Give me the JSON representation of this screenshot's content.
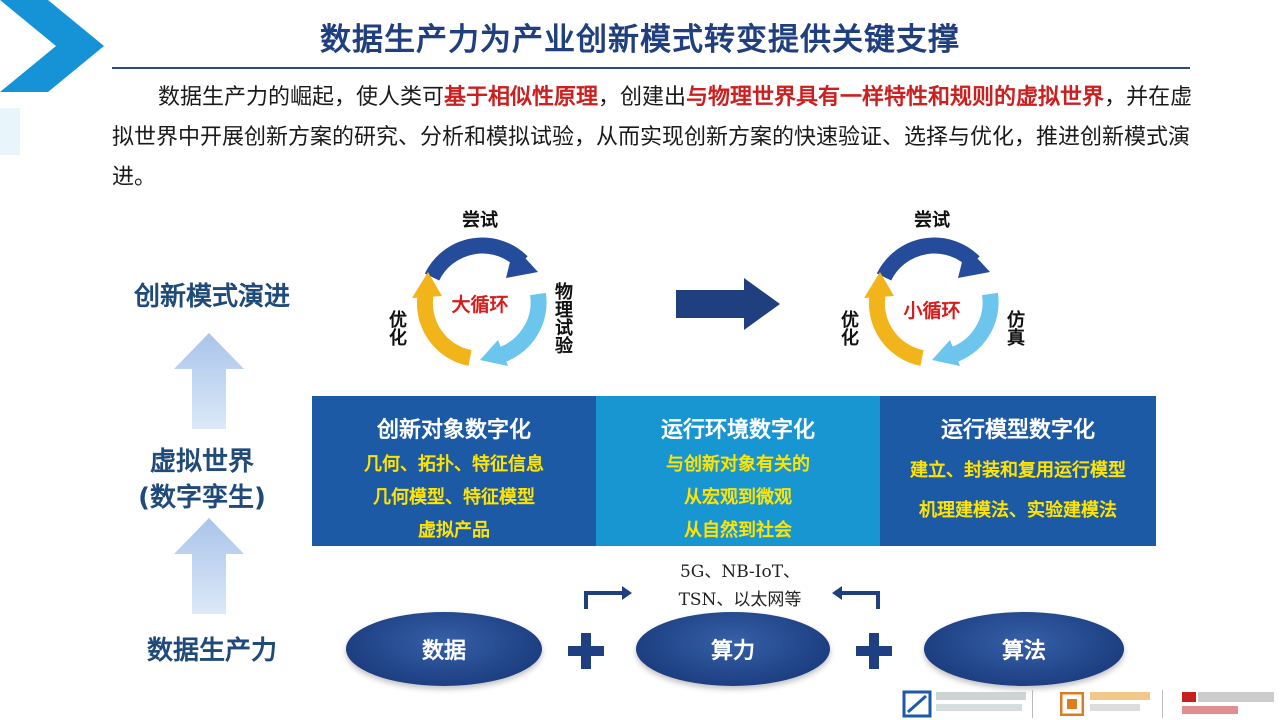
{
  "title": "数据生产力为产业创新模式转变提供关键支撑",
  "intro": {
    "p1": "数据生产力的崛起，使人类可",
    "r1": "基于相似性原理",
    "p2": "，创建出",
    "r2": "与物理世界具有一样特性和规则的虚拟世界",
    "p3": "，并在虚拟世界中开展创新方案的研究、分析和模拟试验，从而实现创新方案的快速验证、选择与优化，推进创新模式演进。"
  },
  "left_labels": {
    "innovation": "创新模式演进",
    "virtual_line1": "虚拟世界",
    "virtual_line2": "(数字孪生)",
    "productivity": "数据生产力"
  },
  "big_cycle": {
    "center": "大循环",
    "top": "尝试",
    "right": "物理试验",
    "left": "优化"
  },
  "small_cycle": {
    "center": "小循环",
    "top": "尝试",
    "right": "仿真",
    "left": "优化"
  },
  "bands": [
    {
      "title": "创新对象数字化",
      "lines": [
        "几何、拓扑、特征信息",
        "几何模型、特征模型",
        "虚拟产品"
      ],
      "color": "#1d5aa6"
    },
    {
      "title": "运行环境数字化",
      "lines": [
        "与创新对象有关的",
        "从宏观到微观",
        "从自然到社会"
      ],
      "color": "#1796d2"
    },
    {
      "title": "运行模型数字化",
      "lines": [
        "建立、封装和复用运行模型",
        "机理建模法、实验建模法"
      ],
      "color": "#1d5aa6"
    }
  ],
  "network": {
    "line1": "5G、NB-IoT、",
    "line2": "TSN、以太网等"
  },
  "pillars": {
    "data": "数据",
    "compute": "算力",
    "algorithm": "算法"
  },
  "colors": {
    "navy": "#1f3f7f",
    "band_dark": "#1d5aa6",
    "band_light": "#1796d2",
    "yellow_text": "#ffe400",
    "red_text": "#cc1f1f"
  }
}
